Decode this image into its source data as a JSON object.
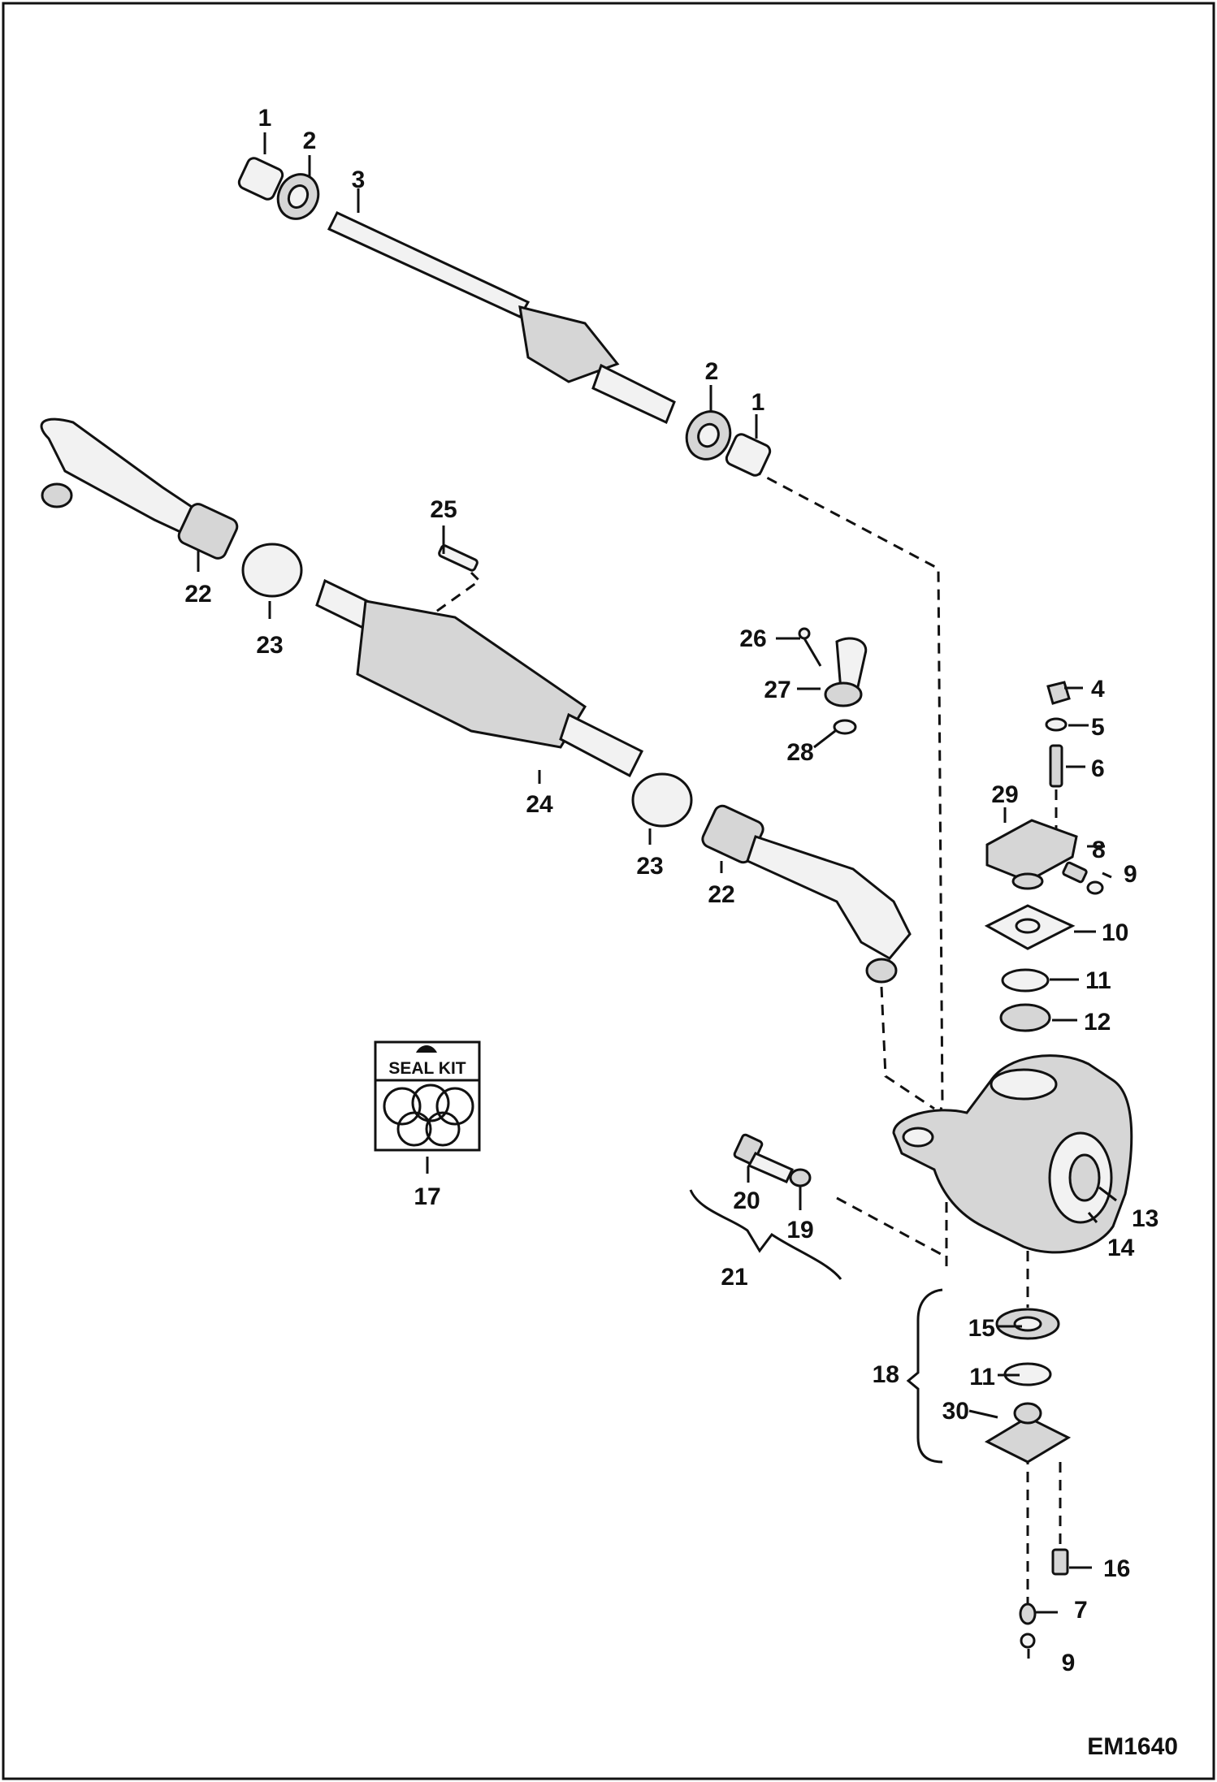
{
  "diagram": {
    "code": "EM1640",
    "seal_kit_label": "SEAL KIT",
    "callouts": [
      "1",
      "2",
      "3",
      "2",
      "1",
      "25",
      "22",
      "23",
      "26",
      "27",
      "28",
      "4",
      "5",
      "6",
      "29",
      "8",
      "9",
      "10",
      "11",
      "12",
      "24",
      "23",
      "22",
      "17",
      "20",
      "19",
      "21",
      "13",
      "14",
      "15",
      "11",
      "18",
      "30",
      "16",
      "7",
      "9"
    ]
  }
}
